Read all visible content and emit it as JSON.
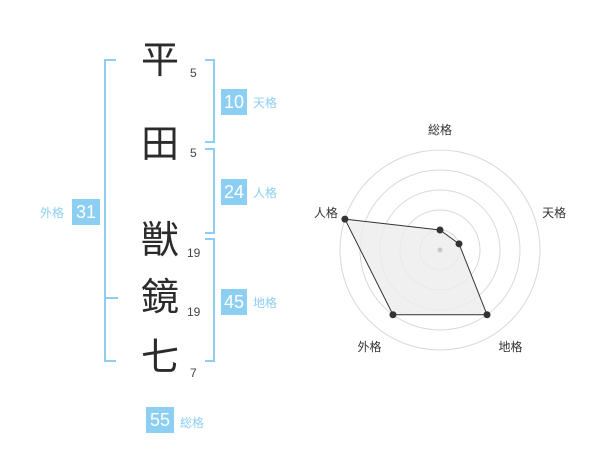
{
  "name": {
    "chars": [
      {
        "char": "平",
        "strokes": "5"
      },
      {
        "char": "田",
        "strokes": "5"
      },
      {
        "char": "獣",
        "strokes": "19"
      },
      {
        "char": "鏡",
        "strokes": "19"
      },
      {
        "char": "七",
        "strokes": "7"
      }
    ]
  },
  "fortunes": {
    "tenkaku": {
      "value": "10",
      "label": "天格"
    },
    "jinkaku": {
      "value": "24",
      "label": "人格"
    },
    "chikaku": {
      "value": "45",
      "label": "地格"
    },
    "gaikaku": {
      "value": "31",
      "label": "外格"
    },
    "soukaku": {
      "value": "55",
      "label": "総格"
    }
  },
  "colors": {
    "accent": "#8ccff2",
    "text": "#2b2b2b",
    "grid": "#d9d9d9",
    "fill": "#ececec"
  },
  "chart_data": {
    "type": "radar",
    "axes": [
      "総格",
      "天格",
      "地格",
      "外格",
      "人格"
    ],
    "values": [
      1,
      1,
      4,
      4,
      5
    ],
    "max": 5,
    "rings": 5
  }
}
